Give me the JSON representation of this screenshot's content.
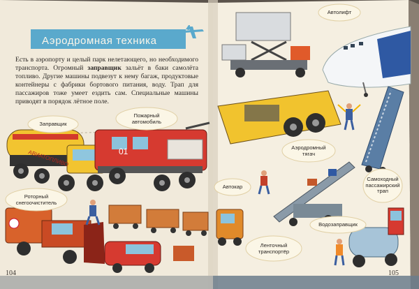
{
  "left_page": {
    "title": "Аэродромная техника",
    "paragraph_part1": "Есть в аэропорту и целый парк нелетающего, но необходимого транспорта. Огромный ",
    "paragraph_bold": "заправщик",
    "paragraph_part2": " зальёт в баки самолёта топливо. Другие машины подвезут к нему багаж, продуктовые контейнеры с фабрики бортового питания, воду. Трап для пассажиров тоже умеет ездить сам. Специальные машины приводят в порядок лётное поле.",
    "page_number": "104",
    "labels": {
      "refueler": "Заправщик",
      "fire_truck": "Пожарный автомобиль",
      "snowplow": "Роторный снегоочиститель"
    }
  },
  "right_page": {
    "page_number": "105",
    "labels": {
      "autolift": "Автолифт",
      "tug": "Аэродромный тягач",
      "autokar": "Автокар",
      "stairs": "Самоходный пассажирский трап",
      "belt": "Ленточный транспортёр",
      "water_truck": "Водозаправщик"
    }
  },
  "vehicle_text": {
    "fuel_tank": "АВИАТОПЛИВО",
    "fire_number": "01"
  },
  "colors": {
    "title_banner": "#5aa9cc",
    "paper": "#f3ecdc"
  }
}
